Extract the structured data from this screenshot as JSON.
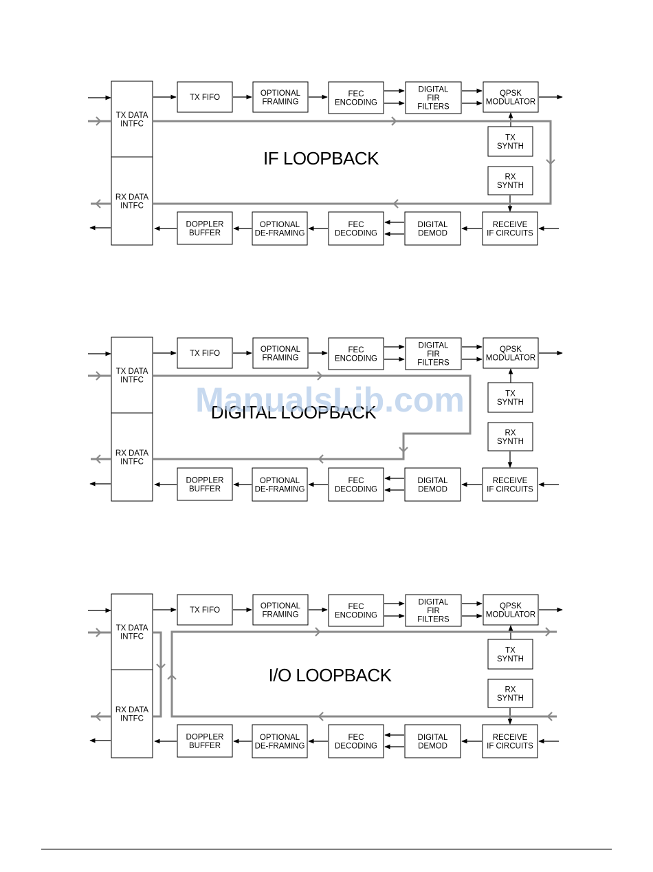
{
  "blocks": {
    "tx_data_intfc": [
      "TX DATA",
      "INTFC"
    ],
    "rx_data_intfc": [
      "RX DATA",
      "INTFC"
    ],
    "tx_fifo": [
      "TX FIFO"
    ],
    "optional_framing": [
      "OPTIONAL",
      "FRAMING"
    ],
    "fec_encoding": [
      "FEC",
      "ENCODING"
    ],
    "digital_fir_filters": [
      "DIGITAL",
      "FIR",
      "FILTERS"
    ],
    "qpsk_modulator": [
      "QPSK",
      "MODULATOR"
    ],
    "tx_synth": [
      "TX",
      "SYNTH"
    ],
    "rx_synth": [
      "RX",
      "SYNTH"
    ],
    "receive_if_circuits": [
      "RECEIVE",
      "IF CIRCUITS"
    ],
    "digital_demod": [
      "DIGITAL",
      "DEMOD"
    ],
    "fec_decoding": [
      "FEC",
      "DECODING"
    ],
    "optional_deframing": [
      "OPTIONAL",
      "DE-FRAMING"
    ],
    "doppler_buffer": [
      "DOPPLER",
      "BUFFER"
    ]
  },
  "diagrams": [
    {
      "id": "if-loopback",
      "title": "IF LOOPBACK",
      "loop": "if"
    },
    {
      "id": "digital-loopback",
      "title": "DIGITAL LOOPBACK",
      "loop": "digital"
    },
    {
      "id": "io-loopback",
      "title": "I/O LOOPBACK",
      "loop": "io"
    }
  ],
  "watermark": "ManualsLib.com",
  "colors": {
    "loop_path": "#8a8a8a",
    "watermark": "#b5cdea",
    "ink": "#000000"
  }
}
